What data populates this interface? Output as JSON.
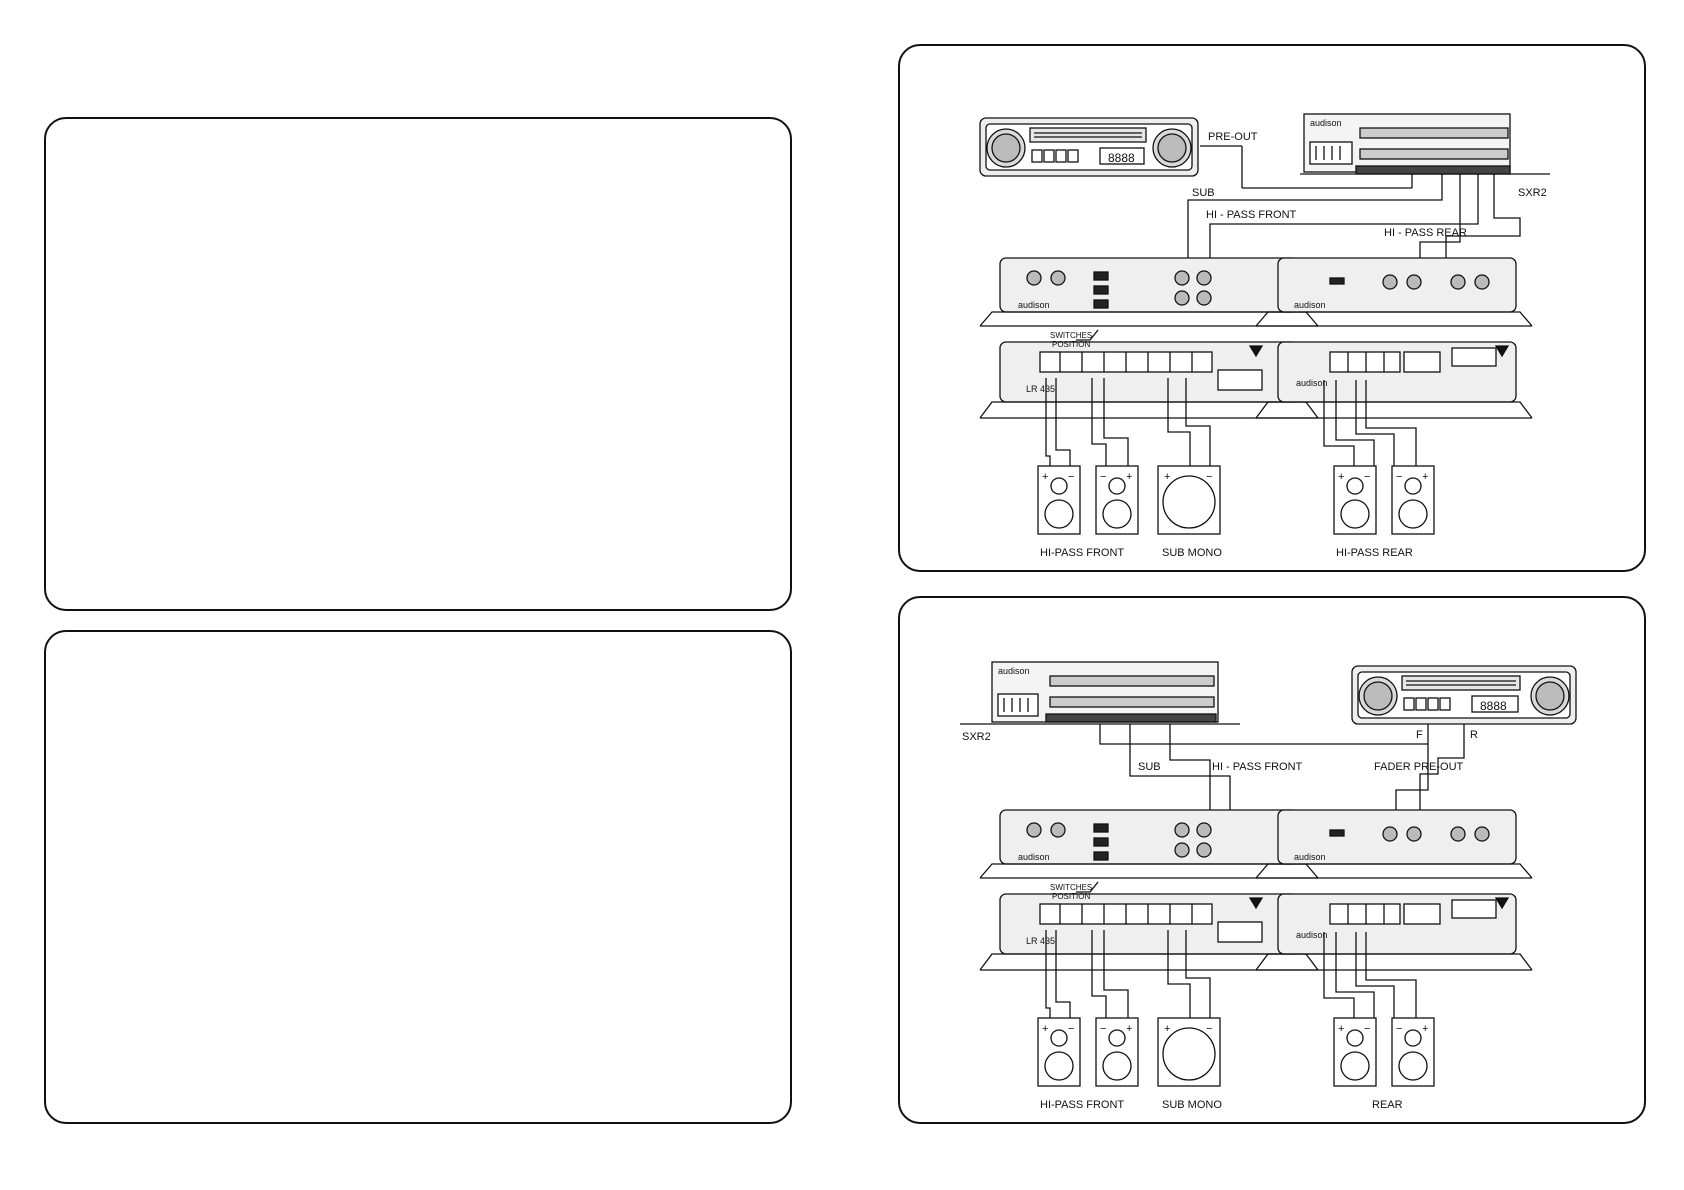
{
  "colors": {
    "stroke": "#111111",
    "device_fill": "#d9d9d9",
    "light_fill": "#efefef",
    "paper": "#ffffff"
  },
  "diagram1": {
    "pre_out": "PRE-OUT",
    "sub": "SUB",
    "sxr2": "SXR2",
    "hi_pass_front": "HI - PASS FRONT",
    "hi_pass_rear": "HI - PASS REAR",
    "switches_position": [
      "SWITCHES",
      "POSITION"
    ],
    "speaker_front": "HI-PASS FRONT",
    "speaker_sub": "SUB MONO",
    "speaker_rear": "HI-PASS REAR",
    "model": "LR 435",
    "brand": "audison",
    "display": "8888",
    "sxr_brand": "audison",
    "sxr_model": "SXR2",
    "plus": "+",
    "minus": "−"
  },
  "diagram2": {
    "sxr2": "SXR2",
    "sub": "SUB",
    "hi_pass_front": "HI - PASS FRONT",
    "fader_pre_out": "FADER PRE-OUT",
    "f": "F",
    "r": "R",
    "switches_position": [
      "SWITCHES",
      "POSITION"
    ],
    "speaker_front": "HI-PASS FRONT",
    "speaker_sub": "SUB MONO",
    "speaker_rear": "REAR",
    "model": "LR 435",
    "brand": "audison",
    "display": "8888",
    "sxr_brand": "audison",
    "sxr_model": "SXR2",
    "plus": "+",
    "minus": "−"
  }
}
